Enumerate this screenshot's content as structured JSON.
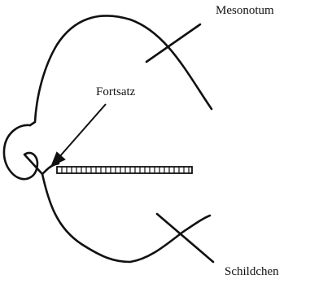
{
  "labels": {
    "mesonotum": "Mesonotum",
    "fortsatz": "Fortsatz",
    "schildchen": "Schildchen"
  },
  "colors": {
    "stroke": "#111111",
    "background": "#ffffff"
  }
}
